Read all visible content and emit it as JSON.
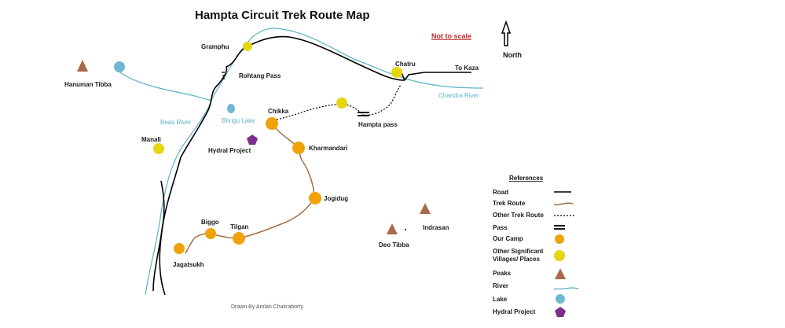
{
  "title": "Hampta Circuit Trek Route Map",
  "scale_note": "Not to scale",
  "north_label": "North",
  "credit": "Drawn By Amlan Chakraborty",
  "colors": {
    "road": "#000000",
    "trek_route": "#a0704a",
    "other_trek_route": "#000000",
    "river": "#5ab3c8",
    "camp": "#f0a20a",
    "village": "#e6d60f",
    "peak": "#a86a4c",
    "lake": "#6fb8d4",
    "hydral": "#7d2e8c",
    "note": "#c0282a"
  },
  "labels": {
    "gramphu": "Gramphu",
    "rohtang": "Rohtang Pass",
    "hanuman": "Hanuman Tibba",
    "chatru": "Chatru",
    "to_kaza": "To Kaza",
    "chandra_river": "Chandra River",
    "chikka": "Chikka",
    "hampta_pass": "Hampta pass",
    "bhrigu_lake": "Bhrigu Lake",
    "beas_river": "Beas River",
    "manali": "Manali",
    "hydral_project": "Hydral Project",
    "kharmandari": "Kharmandari",
    "jogidug": "Jogidug",
    "indrasan": "Indrasan",
    "deo_tibba": "Deo Tibba",
    "biggo": "Biggo",
    "tilgan": "Tilgan",
    "jagatsukh": "Jagatsukh"
  },
  "legend": {
    "title": "References",
    "items": [
      {
        "label": "Road",
        "symbol": "road"
      },
      {
        "label": "Trek Route",
        "symbol": "trek"
      },
      {
        "label": "Other Trek Route",
        "symbol": "other-trek"
      },
      {
        "label": "Pass",
        "symbol": "pass"
      },
      {
        "label": "Our Camp",
        "symbol": "camp"
      },
      {
        "label": "Other Significant",
        "label2": "Villages/ Places",
        "symbol": "village"
      },
      {
        "label": "Peaks",
        "symbol": "peak"
      },
      {
        "label": "River",
        "symbol": "river"
      },
      {
        "label": "Lake",
        "symbol": "lake"
      },
      {
        "label": "Hydral Project",
        "symbol": "hydral"
      }
    ]
  }
}
